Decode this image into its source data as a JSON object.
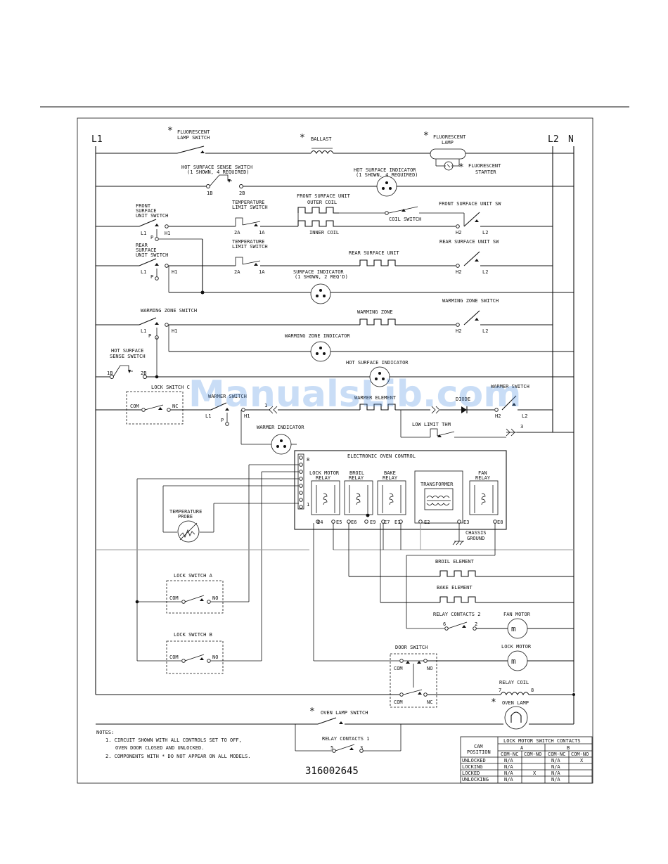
{
  "header": {
    "diagram_number": "316002645"
  },
  "watermark": "ManualsLib.com",
  "rails": {
    "l1": "L1",
    "l2": "L2",
    "n": "N"
  },
  "components": {
    "fluorescent_lamp_switch": [
      "FLUORESCENT",
      "LAMP SWITCH"
    ],
    "ballast": "BALLAST",
    "fluorescent_lamp": [
      "FLUORESCENT",
      "LAMP"
    ],
    "fluorescent_starter": [
      "FLUORESCENT",
      "STARTER"
    ],
    "hot_surface_sense_switch": [
      "HOT SURFACE SENSE SWITCH",
      "(1 SHOWN, 4 REQUIRED)"
    ],
    "hot_surface_indicator_top": [
      "HOT SURFACE INDICATOR",
      "(1 SHOWN, 4 REQUIRED)"
    ],
    "front_surface_unit_switch": [
      "FRONT",
      "SURFACE",
      "UNIT SWITCH"
    ],
    "temperature_limit_switch": [
      "TEMPERATURE",
      "LIMIT SWITCH"
    ],
    "front_surface_unit": [
      "FRONT SURFACE UNIT",
      "OUTER COIL"
    ],
    "inner_coil": "INNER COIL",
    "coil_switch": "COIL SWITCH",
    "front_surface_unit_sw": "FRONT SURFACE UNIT SW",
    "rear_surface_unit_switch": [
      "REAR",
      "SURFACE",
      "UNIT SWITCH"
    ],
    "rear_surface_unit": "REAR SURFACE UNIT",
    "rear_surface_unit_sw": "REAR SURFACE UNIT SW",
    "surface_indicator": [
      "SURFACE INDICATOR",
      "(1 SHOWN, 2 REQ'D)"
    ],
    "warming_zone_switch_left": "WARMING ZONE SWITCH",
    "warming_zone": "WARMING ZONE",
    "warming_zone_switch_right": "WARMING ZONE SWITCH",
    "warming_zone_indicator": "WARMING ZONE INDICATOR",
    "hot_surface_sense_switch_lower": [
      "HOT SURFACE",
      "SENSE SWITCH"
    ],
    "hot_surface_indicator_lower": "HOT SURFACE INDICATOR",
    "lock_switch_c": "LOCK SWITCH C",
    "warmer_switch_left": "WARMER SWITCH",
    "warmer_element": "WARMER ELEMENT",
    "diode": "DIODE",
    "warmer_switch_right": "WARMER SWITCH",
    "low_limit_thm": "LOW LIMIT THM",
    "warmer_indicator": "WARMER INDICATOR",
    "electronic_oven_control": "ELECTRONIC OVEN CONTROL",
    "lock_motor_relay": [
      "LOCK MOTOR",
      "RELAY"
    ],
    "broil_relay": [
      "BROIL",
      "RELAY"
    ],
    "bake_relay": [
      "BAKE",
      "RELAY"
    ],
    "transformer": "TRANSFORMER",
    "fan_relay": [
      "FAN",
      "RELAY"
    ],
    "temperature_probe": [
      "TEMPERATURE",
      "PROBE"
    ],
    "chassis_ground": [
      "CHASSIS",
      "GROUND"
    ],
    "broil_element": "BROIL ELEMENT",
    "bake_element": "BAKE ELEMENT",
    "lock_switch_a": "LOCK SWITCH A",
    "lock_switch_b": "LOCK SWITCH B",
    "relay_contacts_2": "RELAY CONTACTS 2",
    "fan_motor": "FAN MOTOR",
    "door_switch": "DOOR SWITCH",
    "lock_motor": "LOCK MOTOR",
    "relay_coil": "RELAY COIL",
    "oven_lamp_switch": "OVEN LAMP SWITCH",
    "oven_lamp": "OVEN LAMP",
    "relay_contacts_1": "RELAY CONTACTS 1"
  },
  "terminals": {
    "l1": "L1",
    "l2": "L2",
    "h1": "H1",
    "h2": "H2",
    "p": "P",
    "t2a": "2A",
    "t1a": "1A",
    "t1b": "1B",
    "t2b": "2B",
    "com": "COM",
    "nc": "NC",
    "no": "NO",
    "e1": "E1",
    "e2": "E2",
    "e3": "E3",
    "e4": "E4",
    "e5": "E5",
    "e6": "E6",
    "e7": "E7",
    "e8": "E8",
    "e9": "E9",
    "n1": "1",
    "n2": "2",
    "n3": "3",
    "n5": "5",
    "n6": "6",
    "n7": "7",
    "n8": "8"
  },
  "notes": {
    "heading": "NOTES:",
    "line1": "1. CIRCUIT SHOWN WITH ALL CONTROLS SET TO OFF,",
    "line1b": "OVEN DOOR CLOSED AND UNLOCKED.",
    "line2": "2. COMPONENTS WITH * DO NOT APPEAR ON ALL MODELS."
  },
  "contact_table": {
    "title": "LOCK MOTOR SWITCH CONTACTS",
    "cam_position": [
      "CAM",
      "POSITION"
    ],
    "switch_a": "A",
    "switch_b": "B",
    "subheaders": [
      "COM-NC",
      "COM-NO",
      "COM-NC",
      "COM-NO"
    ],
    "rows": [
      [
        "UNLOCKED",
        "N/A",
        "",
        "N/A",
        "X"
      ],
      [
        "LOCKING",
        "N/A",
        "",
        "N/A",
        ""
      ],
      [
        "LOCKED",
        "N/A",
        "X",
        "N/A",
        ""
      ],
      [
        "UNLOCKING",
        "N/A",
        "",
        "N/A",
        ""
      ]
    ]
  }
}
